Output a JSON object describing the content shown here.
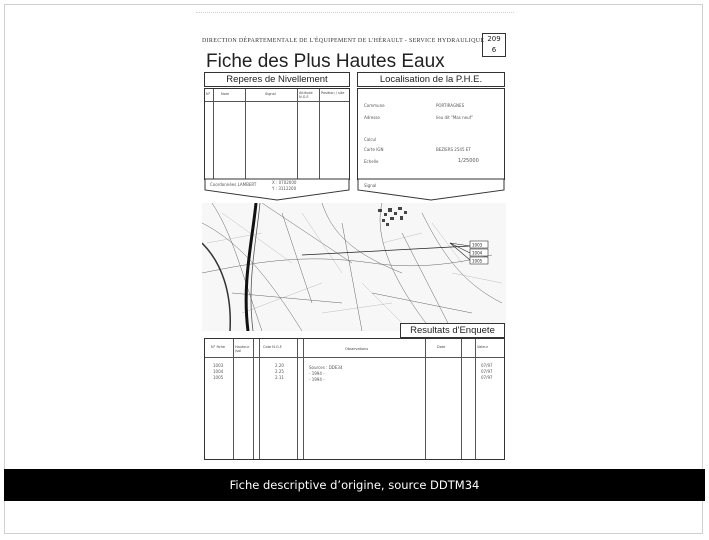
{
  "document": {
    "department_line": "DIRECTION DÉPARTEMENTALE DE L'ÉQUIPEMENT DE L'HÉRAULT - SERVICE HYDRAULIQUE",
    "sheet_number": "209",
    "sheet_sub": "6",
    "title": "Fiche des Plus Hautes Eaux",
    "reperes_title": "Reperes de Nivellement",
    "localisation_title": "Localisation de la P.H.E.",
    "reperes_headers": [
      "N°",
      "Nom",
      "Signal",
      "Altitude N.G.F.",
      "Position / site"
    ],
    "localisation_rows": [
      {
        "label": "Commune",
        "value": "PORTIRAGNES"
      },
      {
        "label": "Adresse",
        "value": "lieu dit \"Mas neuf\""
      },
      {
        "label": "Calcul",
        "value": ""
      },
      {
        "label": "Carte IGN",
        "value": "BEZIERS 2545 ET"
      },
      {
        "label": "Echelle",
        "value": "1/25000"
      }
    ],
    "coord_label": "Coordonnées LAMBERT",
    "coord_x": "X : 0702000",
    "coord_y": "Y : 3112200",
    "signal_label": "Signal",
    "resultats_title": "Resultats d'Enquete",
    "enquete_headers": [
      "N° fiche",
      "Hauteur /sol",
      "Cote N.G.F.",
      "Observations",
      "Date",
      "Valeur"
    ],
    "enquete_rows": [
      {
        "num": "1003",
        "cote": "2.20",
        "obs": "Sources : DDE34",
        "date": "07/97"
      },
      {
        "num": "1004",
        "cote": "2.25",
        "obs": "- 1994 -",
        "date": "07/97"
      },
      {
        "num": "1005",
        "cote": "2.11",
        "obs": "- 1994 -",
        "date": "07/97"
      }
    ],
    "map_labels": [
      "1003",
      "1004",
      "1005"
    ]
  },
  "caption": "Fiche descriptive d’origine, source DDTM34"
}
